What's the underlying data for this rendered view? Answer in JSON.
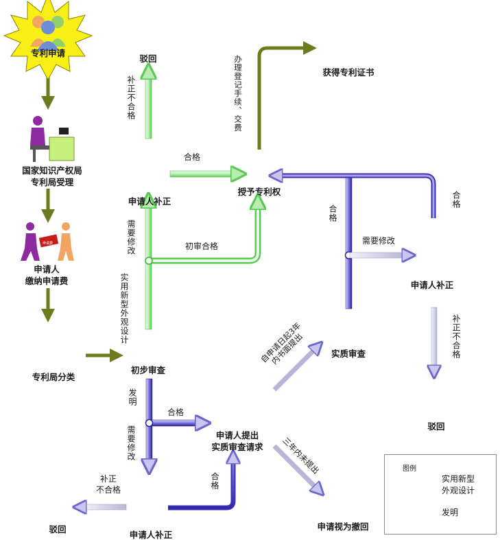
{
  "nodes": {
    "start": "专利申请",
    "reject_top": "驳回",
    "certificate": "获得专利证书",
    "cert_text": "国家知识产权局",
    "office_accept": "国家知识产权局\n专利局受理",
    "fee": "申请人\n缴纳申请费",
    "fee_ticket": "申请费",
    "classify": "专利局分类",
    "applicant_fix_1": "申请人补正",
    "grant": "授予专利权",
    "applicant_fix_2": "申请人补正",
    "prelim": "初步审查",
    "substantive": "实质审查",
    "request": "申请人提出\n实质审查请求",
    "reject_right": "驳回",
    "withdrawn": "申请视为撤回",
    "applicant_fix_3": "申请人补正",
    "reject_bottom": "驳回"
  },
  "edges": {
    "fix_not_ok_top": "补正不合格",
    "pass_1": "合格",
    "register": "办理登记手续、交费",
    "need_fix_1": "需要修改",
    "prelim_pass": "初审合格",
    "utility_design": "实用新型外观设计",
    "pass_2": "合格",
    "need_fix_2": "需要修改",
    "pass_3": "合格",
    "fix_not_ok_right": "补正不合格",
    "within3": "自申请日起3年\n内书面提出",
    "invention": "发明",
    "pass_4": "合格",
    "need_fix_3": "需要修改",
    "not_within3": "三年内未提出",
    "pass_5": "合格",
    "fix_not_ok_bottom": "补正\n不合格"
  },
  "legend": {
    "title": "图例",
    "green_label": "实用新型\n外观设计",
    "blue_label": "发明"
  },
  "colors": {
    "olive": "#6e7a1e",
    "green": "#6fd66a",
    "blue": "#3a2fb5",
    "red": "#e02424",
    "magenta": "#e83be0",
    "person": "#ef7a1e"
  }
}
